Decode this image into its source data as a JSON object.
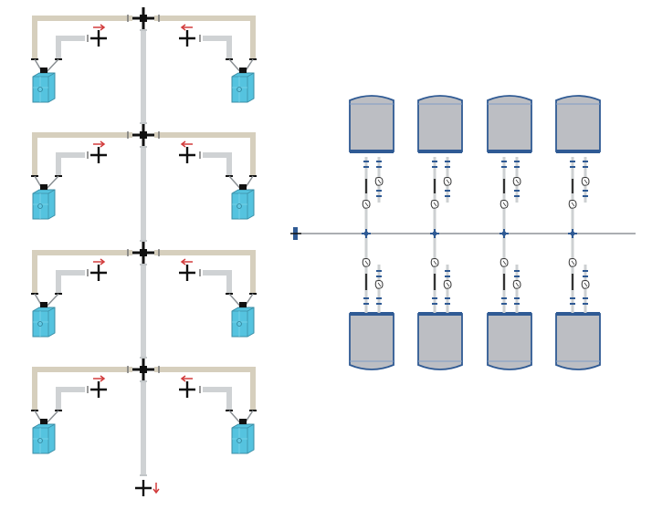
{
  "diagram": {
    "left_panel": {
      "branch_rows": 4,
      "vessels_per_row": 2,
      "tote_color": "#55c3df",
      "pipe_beige": "#d6cfbd",
      "pipe_grey": "#cfd2d4",
      "arrow_color": "#d23c3c",
      "outlet_arrow": "down"
    },
    "right_panel": {
      "tank_columns": 4,
      "tank_rows": 2,
      "tank_fill": "#bcbec3",
      "tank_outline": "#2f5a94",
      "header_line_color": "#8f9499"
    },
    "icons": [
      "cross-fitting-icon",
      "flow-arrow-icon",
      "tote-icon",
      "tank-icon",
      "valve-icon",
      "fitting-icon"
    ]
  }
}
